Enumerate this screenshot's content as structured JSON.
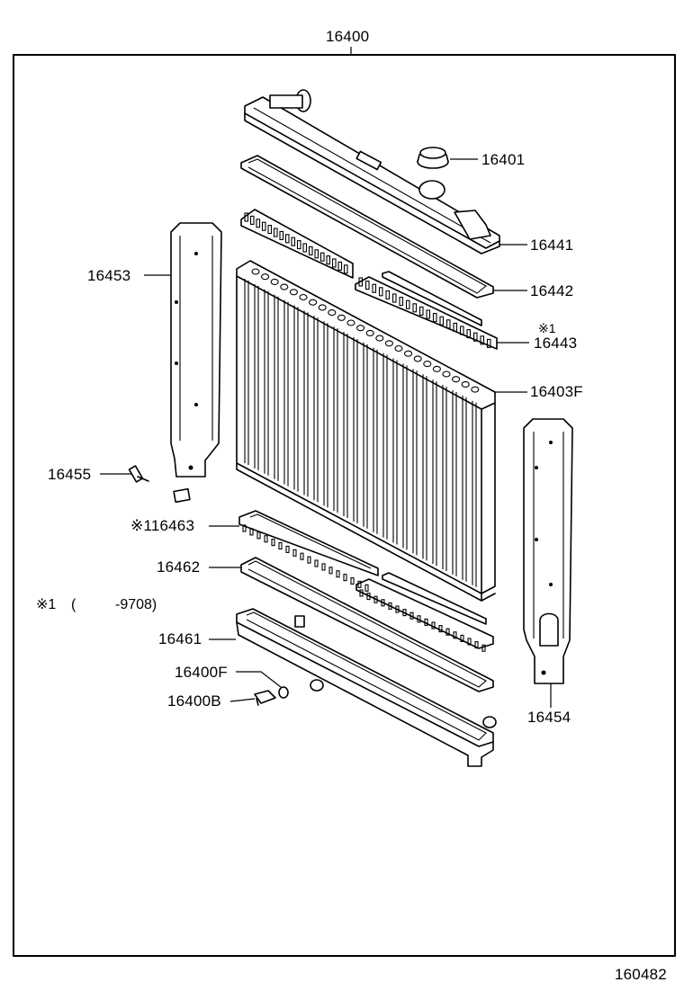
{
  "diagram": {
    "assembly_number": "16400",
    "figure_number": "160482",
    "parts": {
      "cap": "16401",
      "upper_tank": "16441",
      "upper_gasket": "16442",
      "upper_plate_mark": "※1",
      "upper_plate": "16443",
      "core": "16403F",
      "left_support": "16453",
      "bolt": "16455",
      "lower_plate": "※116463",
      "lower_gasket": "16462",
      "lower_tank": "16461",
      "drain_gasket": "16400F",
      "drain_cock": "16400B",
      "right_support": "16454"
    },
    "note": {
      "mark": "※1",
      "open": "(",
      "range": "-9708)"
    }
  }
}
